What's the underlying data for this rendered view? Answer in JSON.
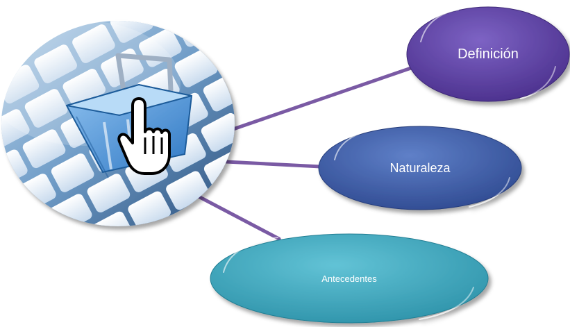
{
  "diagram": {
    "hub": {
      "image": "shopping-basket-on-keyboard",
      "icons": [
        "shopping-basket-icon",
        "hand-cursor-icon"
      ]
    },
    "nodes": [
      {
        "id": "definicion",
        "label": "Definición",
        "color": "#5b3f9e"
      },
      {
        "id": "naturaleza",
        "label": "Naturaleza",
        "color": "#3e5fa8"
      },
      {
        "id": "antecedentes",
        "label": "Antecedentes",
        "color": "#3aa6bd"
      }
    ],
    "connector_color": "#7a5aa4"
  }
}
